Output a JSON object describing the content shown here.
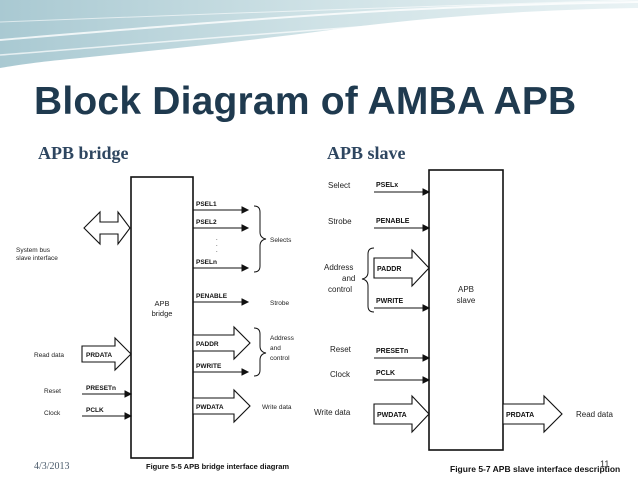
{
  "slide": {
    "title": "Block Diagram of AMBA APB",
    "left_heading": "APB bridge",
    "right_heading": "APB slave",
    "date": "4/3/2013",
    "page_number": "11"
  },
  "bridge_figure": {
    "block_label_line1": "APB",
    "block_label_line2": "bridge",
    "system_bus_line1": "System bus",
    "system_bus_line2": "slave interface",
    "inputs": [
      "PRDATA",
      "PRESETn",
      "PCLK"
    ],
    "input_labels": [
      "Read data",
      "Reset",
      "Clock"
    ],
    "outputs": [
      "PSEL1",
      "PSEL2",
      "PSELn",
      "PENABLE",
      "PADDR",
      "PWRITE",
      "PWDATA"
    ],
    "group_labels": {
      "selects": "Selects",
      "strobe": "Strobe",
      "address_line1": "Address",
      "address_line2": "and",
      "address_line3": "control",
      "write_data": "Write data"
    },
    "caption": "Figure 5-5 APB bridge interface diagram"
  },
  "slave_figure": {
    "block_label_line1": "APB",
    "block_label_line2": "slave",
    "left_labels": {
      "select": "Select",
      "strobe": "Strobe",
      "address_line1": "Address",
      "address_line2": "and",
      "address_line3": "control",
      "reset": "Reset",
      "clock": "Clock",
      "write_data": "Write data"
    },
    "inputs": [
      "PSELx",
      "PENABLE",
      "PADDR",
      "PWRITE",
      "PRESETn",
      "PCLK",
      "PWDATA"
    ],
    "output": "PRDATA",
    "output_label": "Read data",
    "caption": "Figure 5-7 APB slave interface description"
  },
  "colors": {
    "title": "#1f3a4f",
    "heading": "#2e4660",
    "wave_teal": "#bcd5dc",
    "line": "#111111"
  }
}
